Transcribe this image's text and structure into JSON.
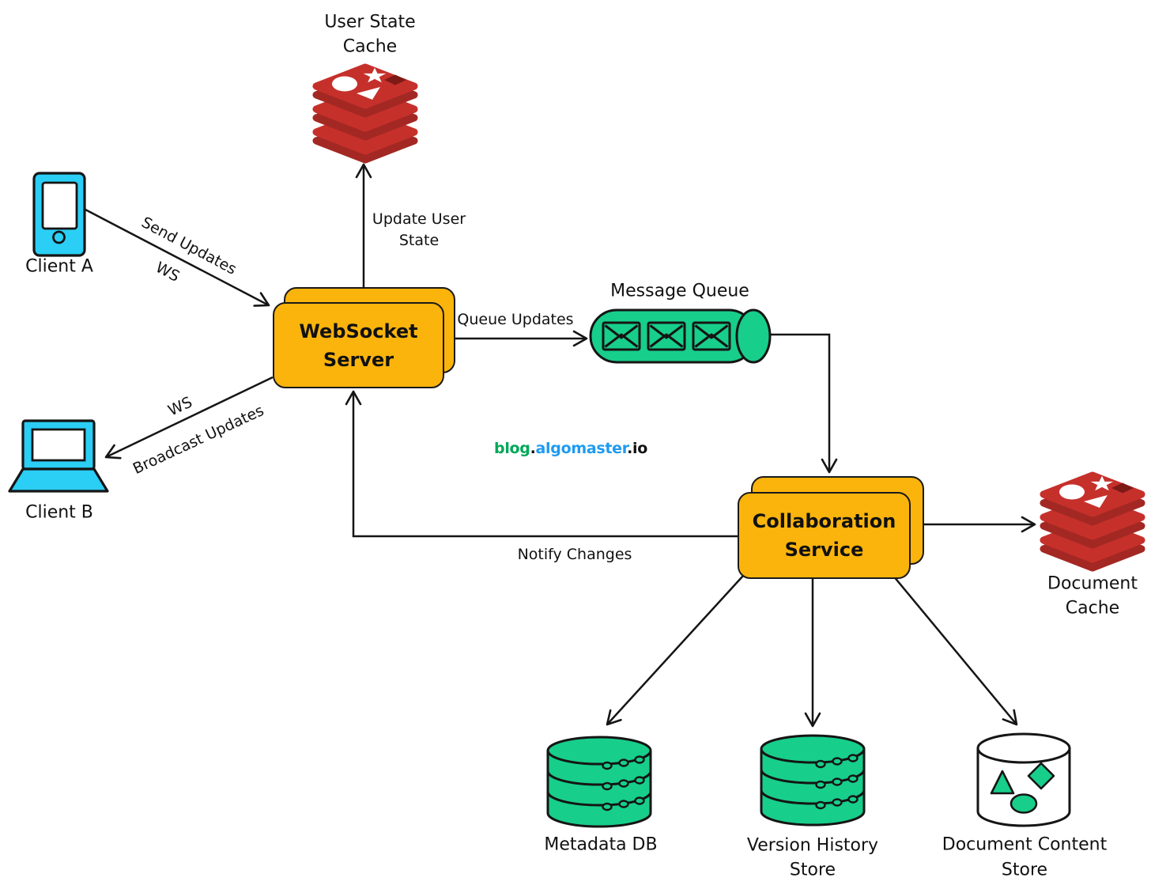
{
  "watermark": {
    "blog": "blog",
    "dot1": ".",
    "site": "algomaster",
    "dot2": ".",
    "tld": "io",
    "blog_color": "#00A859",
    "site_color": "#1E9BF0",
    "text_color": "#111111"
  },
  "colors": {
    "node_orange": "#FBB40C",
    "node_green": "#17CE8B",
    "client_cyan": "#2BCEF5",
    "redis_red": "#C6302B",
    "redis_dark_red": "#A32823",
    "redis_hole": "#7E1A15",
    "outline": "#151515"
  },
  "nodes": {
    "client_a": {
      "label": "Client A",
      "icon": "tablet-icon"
    },
    "client_b": {
      "label": "Client B",
      "icon": "laptop-icon"
    },
    "user_state_cache": {
      "line1": "User State",
      "line2": "Cache",
      "icon": "redis-cache-icon"
    },
    "websocket_server": {
      "line1": "WebSocket",
      "line2": "Server"
    },
    "message_queue": {
      "label": "Message Queue",
      "icon": "queue-cylinder-icon",
      "envelope_count": 3
    },
    "collaboration_service": {
      "line1": "Collaboration",
      "line2": "Service"
    },
    "document_cache": {
      "line1": "Document",
      "line2": "Cache",
      "icon": "redis-cache-icon"
    },
    "metadata_db": {
      "label": "Metadata DB",
      "icon": "database-cylinder-icon"
    },
    "version_history_store": {
      "line1": "Version History",
      "line2": "Store",
      "icon": "database-cylinder-icon"
    },
    "document_content_store": {
      "line1": "Document Content",
      "line2": "Store",
      "icon": "content-cylinder-icon"
    }
  },
  "edges": {
    "send_updates": {
      "line1": "Send Updates",
      "line2": "WS",
      "from": "client_a",
      "to": "websocket_server"
    },
    "broadcast_updates": {
      "line1": "WS",
      "line2": "Broadcast Updates",
      "from": "websocket_server",
      "to": "client_b"
    },
    "update_user_state": {
      "line1": "Update User",
      "line2": "State",
      "from": "websocket_server",
      "to": "user_state_cache"
    },
    "queue_updates": {
      "label": "Queue Updates",
      "from": "websocket_server",
      "to": "message_queue"
    },
    "queue_to_collaboration": {
      "from": "message_queue",
      "to": "collaboration_service"
    },
    "notify_changes": {
      "label": "Notify Changes",
      "from": "collaboration_service",
      "to": "websocket_server"
    },
    "collab_to_document_cache": {
      "from": "collaboration_service",
      "to": "document_cache"
    },
    "collab_to_metadata_db": {
      "from": "collaboration_service",
      "to": "metadata_db"
    },
    "collab_to_version_history": {
      "from": "collaboration_service",
      "to": "version_history_store"
    },
    "collab_to_document_content": {
      "from": "collaboration_service",
      "to": "document_content_store"
    }
  }
}
